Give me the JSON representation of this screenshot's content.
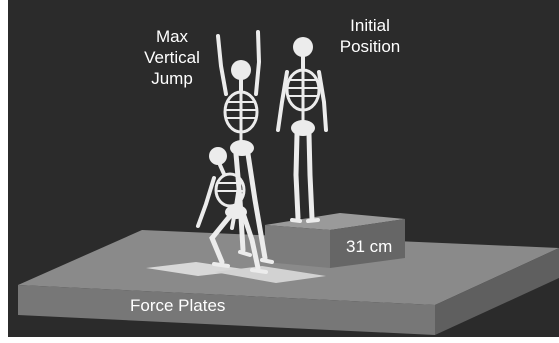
{
  "labels": {
    "max_jump": [
      "Max",
      "Vertical",
      "Jump"
    ],
    "initial_position": [
      "Initial",
      "Position"
    ],
    "box_height": "31 cm",
    "force_plates": "Force Plates"
  },
  "colors": {
    "background": "#2b2b2b",
    "floor_top": "#8a8a8a",
    "floor_front": "#727272",
    "floor_side": "#5e5e5e",
    "box_top": "#9a9a9a",
    "box_front": "#6a6a6a",
    "plate": "#d6d6d6",
    "bone": "#ececec",
    "label_text": "#ffffff"
  },
  "figures": [
    {
      "name": "skeleton-max-vertical-jump",
      "pose": "arms-raised-jumping"
    },
    {
      "name": "skeleton-initial-position",
      "pose": "standing"
    },
    {
      "name": "skeleton-crouch",
      "pose": "squat-landing"
    }
  ]
}
